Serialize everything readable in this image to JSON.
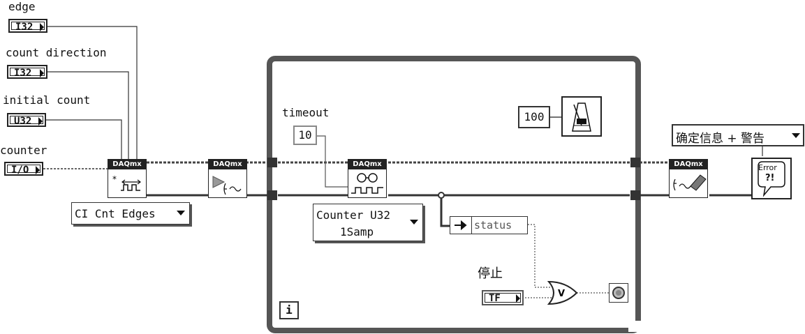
{
  "inputs": {
    "edge": {
      "label": "edge",
      "type": "I32"
    },
    "count_direction": {
      "label": "count direction",
      "type": "I32"
    },
    "initial_count": {
      "label": "initial count",
      "type": "U32"
    },
    "counter": {
      "label": "counter",
      "type": "I/O"
    }
  },
  "nodes": {
    "create_channel": {
      "header": "DAQmx",
      "ring": "CI Cnt Edges"
    },
    "start_task": {
      "header": "DAQmx"
    },
    "read": {
      "header": "DAQmx",
      "ring_line1": "Counter U32",
      "ring_line2": "1Samp"
    },
    "clear_task": {
      "header": "DAQmx"
    }
  },
  "loop": {
    "timeout_label": "timeout",
    "timeout_value": "10",
    "wait_value": "100",
    "status_label": "status",
    "stop_label": "停止",
    "stop_type": "TF",
    "or_symbol": "V",
    "iteration_symbol": "i"
  },
  "error_handler": {
    "dialog_ring": "确定信息 + 警告",
    "icon_text_top": "Error",
    "icon_text_bottom": "?!"
  },
  "colors": {
    "wire": "#444444",
    "loop_border": "#555555",
    "frame": "#222222"
  }
}
